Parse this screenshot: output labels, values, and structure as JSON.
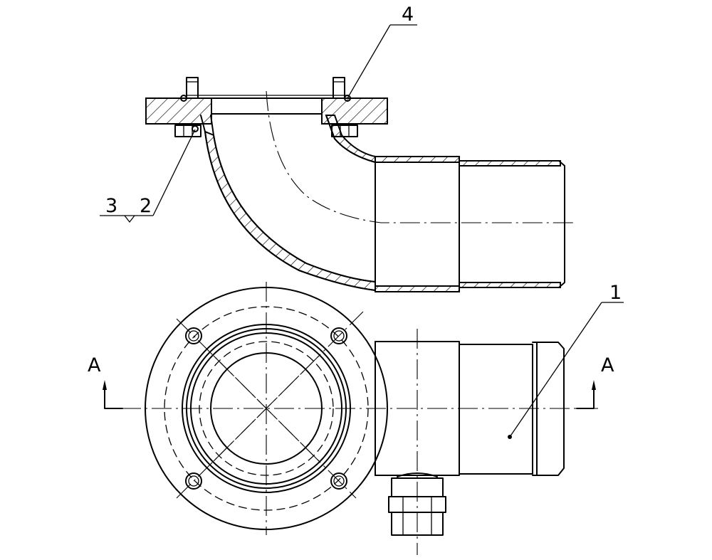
{
  "callouts": [
    {
      "id": "1",
      "text": "1"
    },
    {
      "id": "2",
      "text": "2"
    },
    {
      "id": "3",
      "text": "3"
    },
    {
      "id": "4",
      "text": "4"
    }
  ],
  "section_marks": {
    "left": "A",
    "right": "A"
  },
  "colors": {
    "line": "#000000",
    "background": "#ffffff"
  }
}
